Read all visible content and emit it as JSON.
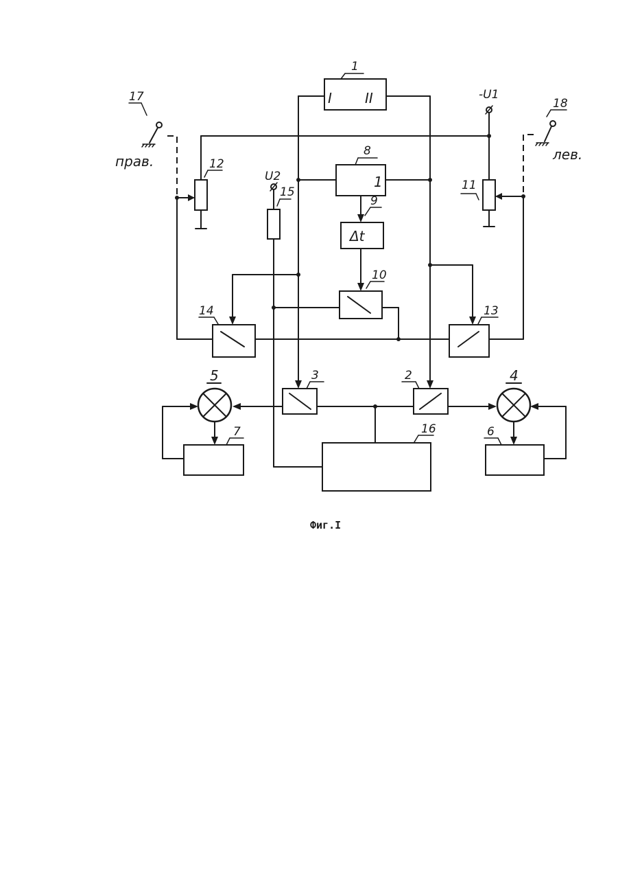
{
  "diagram": {
    "caption": "Фиг.I",
    "blocks": [
      {
        "id": "1",
        "label": "1",
        "inner_left": "I",
        "inner_right": "II"
      },
      {
        "id": "2",
        "label": "2"
      },
      {
        "id": "3",
        "label": "3"
      },
      {
        "id": "4",
        "label": "4"
      },
      {
        "id": "5",
        "label": "5"
      },
      {
        "id": "6",
        "label": "6"
      },
      {
        "id": "7",
        "label": "7"
      },
      {
        "id": "8",
        "label": "8",
        "inner": "1"
      },
      {
        "id": "9",
        "label": "9",
        "inner": "Δt"
      },
      {
        "id": "10",
        "label": "10"
      },
      {
        "id": "11",
        "label": "11"
      },
      {
        "id": "12",
        "label": "12"
      },
      {
        "id": "13",
        "label": "13"
      },
      {
        "id": "14",
        "label": "14"
      },
      {
        "id": "15",
        "label": "15"
      },
      {
        "id": "16",
        "label": "16"
      },
      {
        "id": "17",
        "label": "17",
        "text": "прав."
      },
      {
        "id": "18",
        "label": "18",
        "text": "лев."
      }
    ],
    "supplies": {
      "u1": "-U1",
      "u2": "U2"
    }
  }
}
